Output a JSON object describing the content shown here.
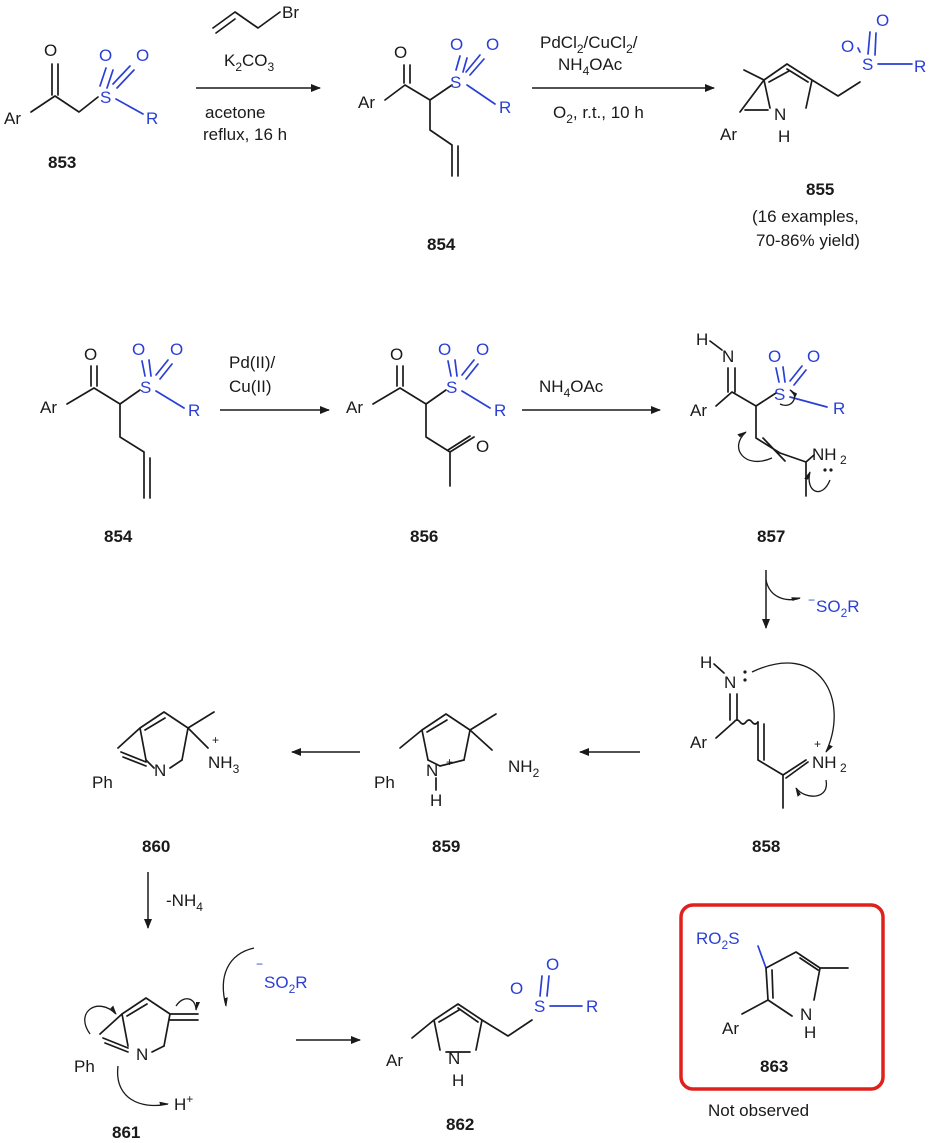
{
  "compounds": {
    "c853": "853",
    "c854": "854",
    "c855": "855",
    "c854b": "854",
    "c856": "856",
    "c857": "857",
    "c858": "858",
    "c859": "859",
    "c860": "860",
    "c861": "861",
    "c862": "862",
    "c863": "863"
  },
  "atoms": {
    "ar": "Ar",
    "ph": "Ph",
    "o": "O",
    "s": "S",
    "r": "R",
    "n": "N",
    "h": "H",
    "br": "Br",
    "nh2": "NH",
    "nh3": "NH",
    "sub2": "2",
    "sub3": "3",
    "plus": "+",
    "minus": "−",
    "so2r_pre": "SO",
    "ro2s_pre": "RO",
    "ro2s_post": "S"
  },
  "conditions": {
    "step1_base": "K",
    "step1_base_sub": "2",
    "step1_base_post": "CO",
    "step1_base_sub2": "3",
    "step1_solvent": "acetone",
    "step1_temp": "reflux, 16 h",
    "step2_cat_a": "PdCl",
    "step2_cat_sub": "2",
    "step2_cat_b": "/CuCl",
    "step2_cat_sub2": "2",
    "step2_cat_c": "/",
    "step2_n_pre": "NH",
    "step2_n_sub": "4",
    "step2_n_post": "OAc",
    "step2_ox_pre": "O",
    "step2_ox_sub": "2",
    "step2_ox_post": ", r.t., 10 h",
    "mech1_a": "Pd(II)/",
    "mech1_b": "Cu(II)",
    "mech2_pre": "NH",
    "mech2_sub": "4",
    "mech2_post": "OAc",
    "elim_pre": "-NH",
    "elim_sub": "4",
    "proton": "H"
  },
  "notes": {
    "examples": "(16 examples,",
    "yield": "70-86% yield)",
    "not_observed": "Not observed"
  },
  "colors": {
    "sulfonyl": "#2a3fd6",
    "highlight_box": "#e0201b",
    "ink": "#1a1a1a"
  }
}
